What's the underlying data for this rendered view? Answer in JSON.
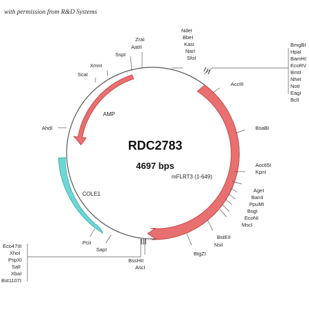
{
  "permission": "with permission from R&D Systems",
  "plasmid": {
    "name": "RDC2783",
    "size": "4697 bps"
  },
  "features": {
    "amp": "AMP",
    "mflrt3": "mFLRT3 (1-649)",
    "cole1": "COLE1"
  },
  "colors": {
    "circle": "#555555",
    "arrow_fill": "#e87070",
    "arrow_stroke": "#c84848",
    "cole1_fill": "#6fd6d6",
    "cole1_stroke": "#3bb5b5"
  },
  "sites": {
    "ndel": "NdeI",
    "bbel": "BbeI",
    "kasl": "KasI",
    "narl": "NarI",
    "sfol": "SfoI",
    "zral": "ZraI",
    "aatll": "AatII",
    "sspl": "SspI",
    "xmnl": "XmnI",
    "scal": "ScaI",
    "bmgbl": "BmgBI",
    "hpal": "HpaI",
    "bamhl": "BamHI",
    "ecorv": "EcoRV",
    "bmtl": "BmtI",
    "nhel": "NheI",
    "notl": "NotI",
    "eagl": "EagI",
    "bcll": "BclI",
    "acclll": "AccIII",
    "ahdl": "AhdI",
    "bsabl": "BsaBI",
    "acc65l": "Acc65I",
    "kpnl": "KpnI",
    "agel": "AgeI",
    "banll": "BanII",
    "ppuml": "PpuMI",
    "bsgl": "BsgI",
    "econl": "EcoNI",
    "mscl": "MscI",
    "bstell": "BstEII",
    "nsil": "NsiI",
    "btgzl": "BtgZI",
    "pcil": "PciI",
    "sapl": "SapI",
    "bsshll": "BssHII",
    "ascl": "AscI",
    "eco47lll": "Eco47III",
    "xhol": "XhoI",
    "pspxl": "PspXI",
    "sall": "SalI",
    "xbal": "XbaI",
    "bst1107l": "Bst1107I"
  }
}
